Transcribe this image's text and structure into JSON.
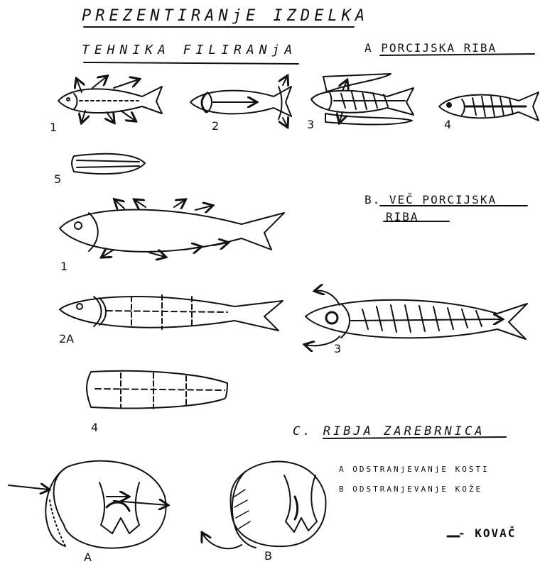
{
  "title": "PREZENTIRANjE IZDELKA",
  "subtitle": "TEHNIKA FILIRANjA",
  "section_a": "A PORCIJSKA RIBA",
  "section_b_line1": "B. VEČ PORCIJSKA",
  "section_b_line2": "RIBA",
  "section_c": "C. RIBJA ZAREBRNICA",
  "legend_a": "A ODSTRANjEVANjE KOSTI",
  "legend_b": "B ODSTRANjEVANjE KOŽE",
  "signature": "- KOVAČ",
  "step_labels": {
    "a1": "1",
    "a2": "2",
    "a3": "3",
    "a4": "4",
    "a5": "5",
    "b1": "1",
    "b2": "2A",
    "b3": "3",
    "b4": "4",
    "cA": "A",
    "cB": "B"
  },
  "colors": {
    "ink": "#111111",
    "paper": "#ffffff"
  }
}
